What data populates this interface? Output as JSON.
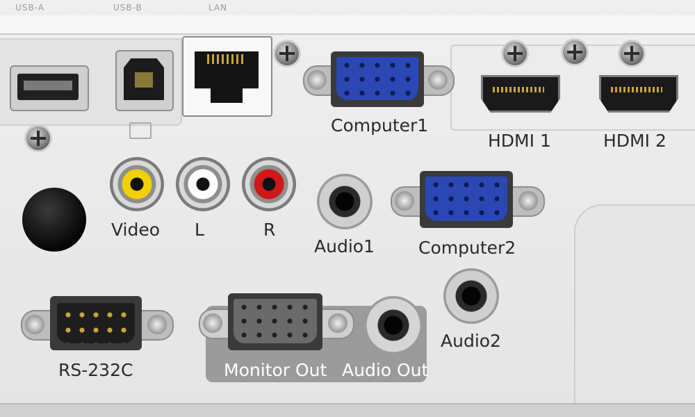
{
  "top_labels": {
    "usb_a": "USB-A",
    "usb_b": "USB-B",
    "lan": "LAN"
  },
  "ports": {
    "computer1": "Computer1",
    "hdmi1": "HDMI 1",
    "hdmi2": "HDMI 2",
    "video": "Video",
    "audio_l": "L",
    "audio_r": "R",
    "audio1": "Audio1",
    "computer2": "Computer2",
    "audio2": "Audio2",
    "rs232c": "RS-232C",
    "monitor_out": "Monitor Out",
    "audio_out": "Audio Out"
  },
  "colors": {
    "vga_in": "#2b47b4",
    "vga_out": "#6a6a6a",
    "rca_video": "#f3d000",
    "rca_right": "#d01818",
    "rca_left": "#ffffff"
  }
}
